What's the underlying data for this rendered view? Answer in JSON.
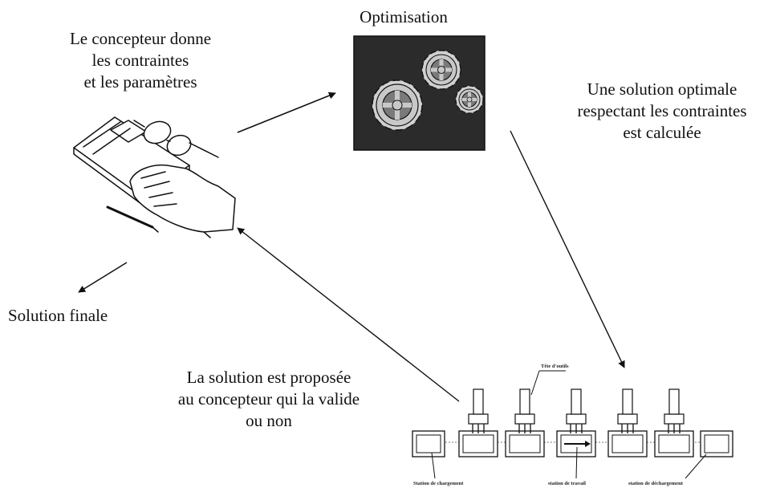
{
  "diagram": {
    "optimisation_title": "Optimisation",
    "designer_input": [
      "Le concepteur donne",
      "les contraintes",
      "et les paramètres"
    ],
    "solution_computed": [
      "Une solution optimale",
      "respectant les contraintes",
      "est calculée"
    ],
    "final_solution": "Solution finale",
    "proposed": [
      "La solution est proposée",
      "au concepteur qui la valide",
      "ou non"
    ],
    "line_labels": {
      "tool_head": "Tête d'outils",
      "loading": "Station de chargement",
      "work": "station de travail",
      "unloading": "station de déchargement"
    }
  },
  "colors": {
    "ink": "#111111",
    "gear_bg": "#2b2b2b",
    "gear": "#d0d0d0"
  }
}
